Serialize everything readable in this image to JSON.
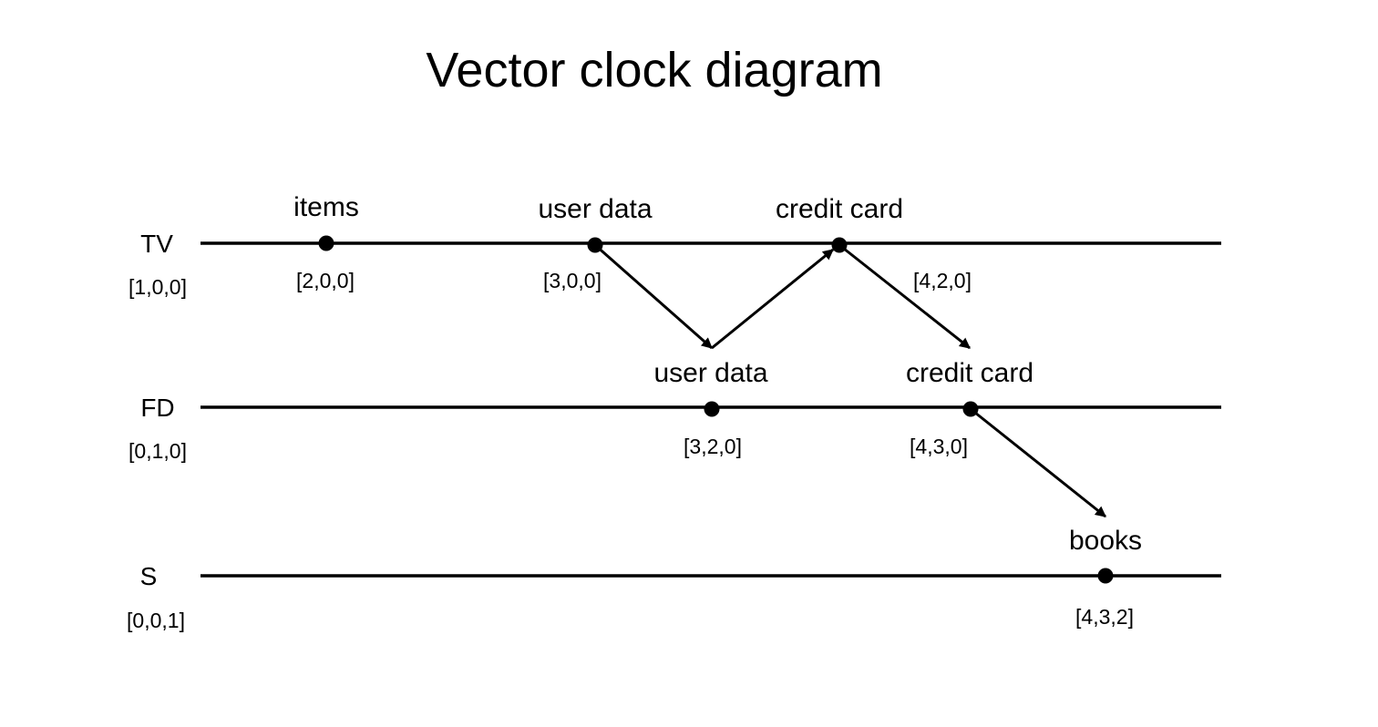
{
  "title": "Vector clock diagram",
  "processes": [
    {
      "id": "tv",
      "label": "TV",
      "initial_clock": "[1,0,0]"
    },
    {
      "id": "fd",
      "label": "FD",
      "initial_clock": "[0,1,0]"
    },
    {
      "id": "s",
      "label": "S",
      "initial_clock": "[0,0,1]"
    }
  ],
  "events": [
    {
      "id": "tv-items",
      "process": "tv",
      "label": "items",
      "clock": "[2,0,0]"
    },
    {
      "id": "tv-user-data",
      "process": "tv",
      "label": "user data",
      "clock": "[3,0,0]"
    },
    {
      "id": "tv-credit-card",
      "process": "tv",
      "label": "credit card",
      "clock": "[4,2,0]"
    },
    {
      "id": "fd-user-data",
      "process": "fd",
      "label": "user data",
      "clock": "[3,2,0]"
    },
    {
      "id": "fd-credit-card",
      "process": "fd",
      "label": "credit card",
      "clock": "[4,3,0]"
    },
    {
      "id": "s-books",
      "process": "s",
      "label": "books",
      "clock": "[4,3,2]"
    }
  ],
  "messages": [
    {
      "from": "tv-user-data",
      "to": "fd-user-data"
    },
    {
      "from": "fd-user-data",
      "to": "tv-credit-card"
    },
    {
      "from": "tv-credit-card",
      "to": "fd-credit-card"
    },
    {
      "from": "fd-credit-card",
      "to": "s-books"
    }
  ],
  "colors": {
    "ink": "#000000",
    "background": "#ffffff"
  }
}
